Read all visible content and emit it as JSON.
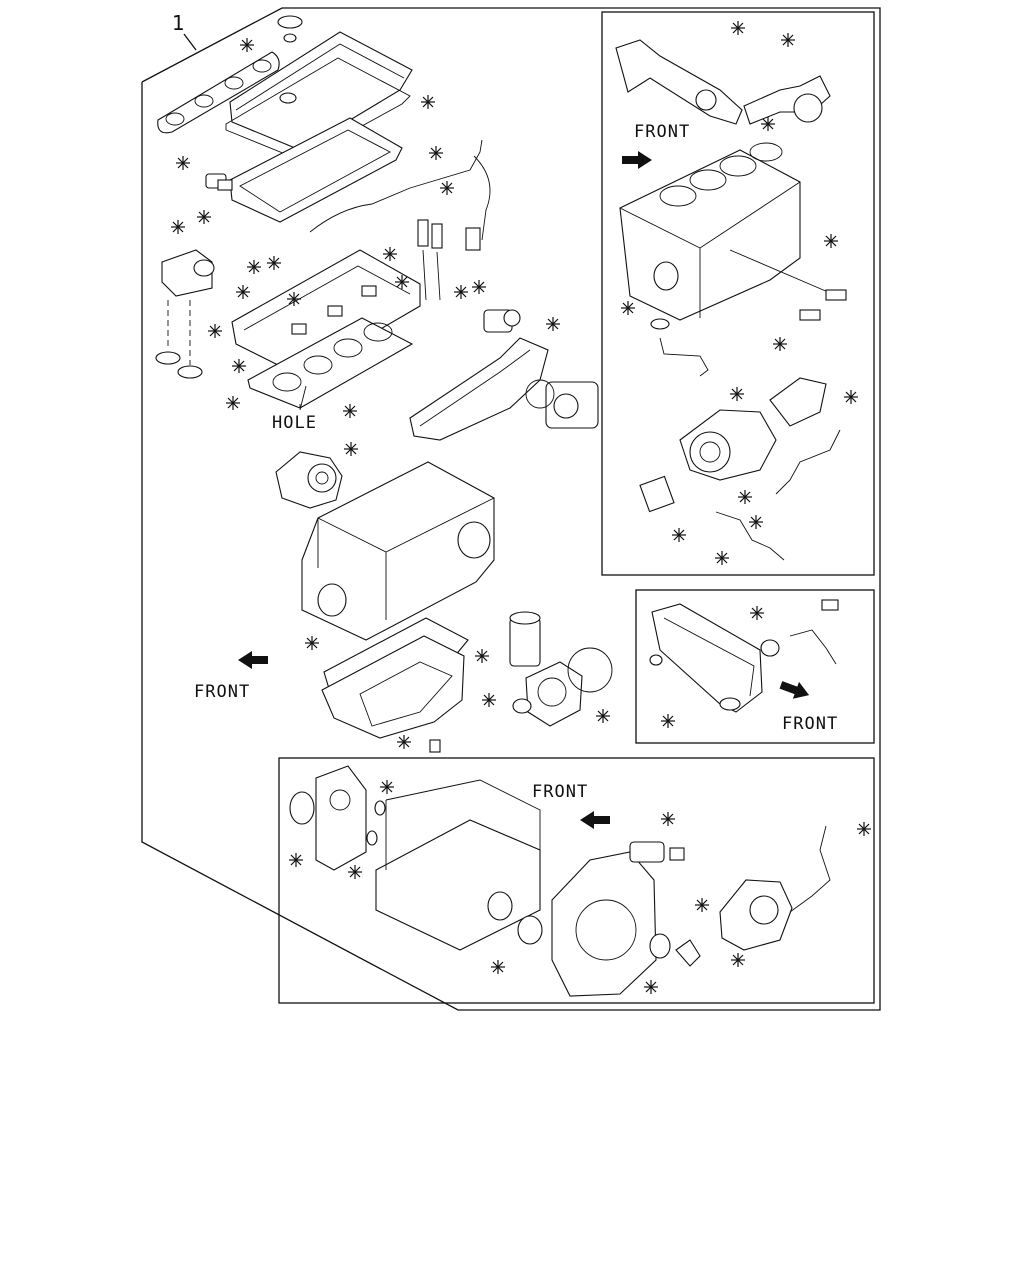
{
  "item_number": "1",
  "labels": {
    "hole": "HOLE",
    "front_main": "FRONT",
    "front_top_right": "FRONT",
    "front_mid_right": "FRONT",
    "front_bottom": "FRONT"
  },
  "icons": {
    "asterisk": "gasket-kit-asterisk-icon",
    "arrow": "front-direction-arrow-icon"
  },
  "colors": {
    "line": "#111111",
    "background": "#ffffff"
  }
}
